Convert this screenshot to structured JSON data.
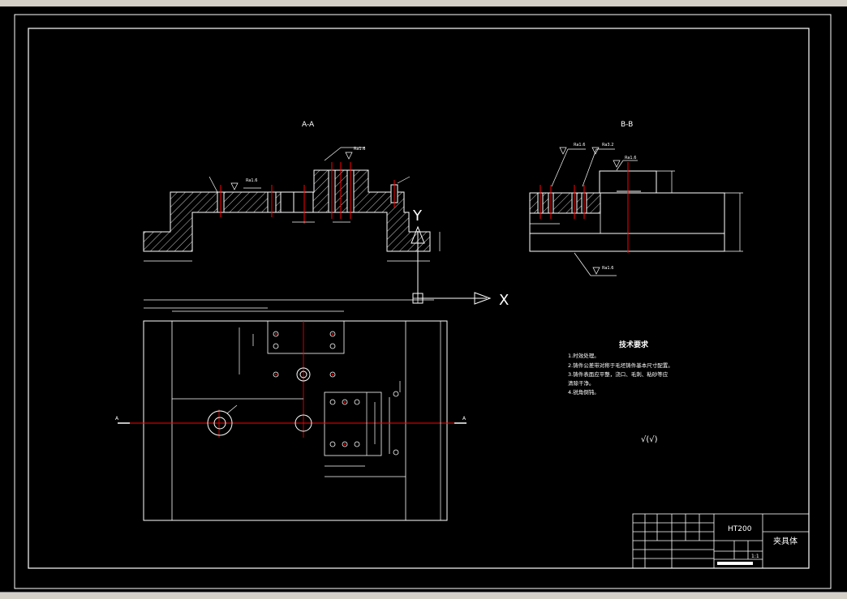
{
  "colors": {
    "background": "#000000",
    "line": "#ffffff",
    "centerline": "#ff0000",
    "ucs": "#ffffff"
  },
  "drawing": {
    "section_aa_label": "A-A",
    "section_bb_label": "B-B",
    "roughness_16": "Ra1.6",
    "roughness_32": "Ra3.2",
    "roughness_12": "Ra1.6",
    "axis_y": "Y",
    "axis_x": "X",
    "section_mark_left": "A",
    "section_mark_right": "A",
    "tech_title": "技术要求",
    "tech_lines": [
      "1.时效处理。",
      "2.铸件公差带对称于毛坯铸件基本尺寸配置。",
      "3.铸件表面应平整，浇口、毛刺、粘砂等应",
      "清除干净。",
      "4.锐角倒钝。"
    ],
    "roughness_symbol": "√(√)",
    "material": "HT200",
    "part_name": "夹具体",
    "scale": "1:1"
  }
}
